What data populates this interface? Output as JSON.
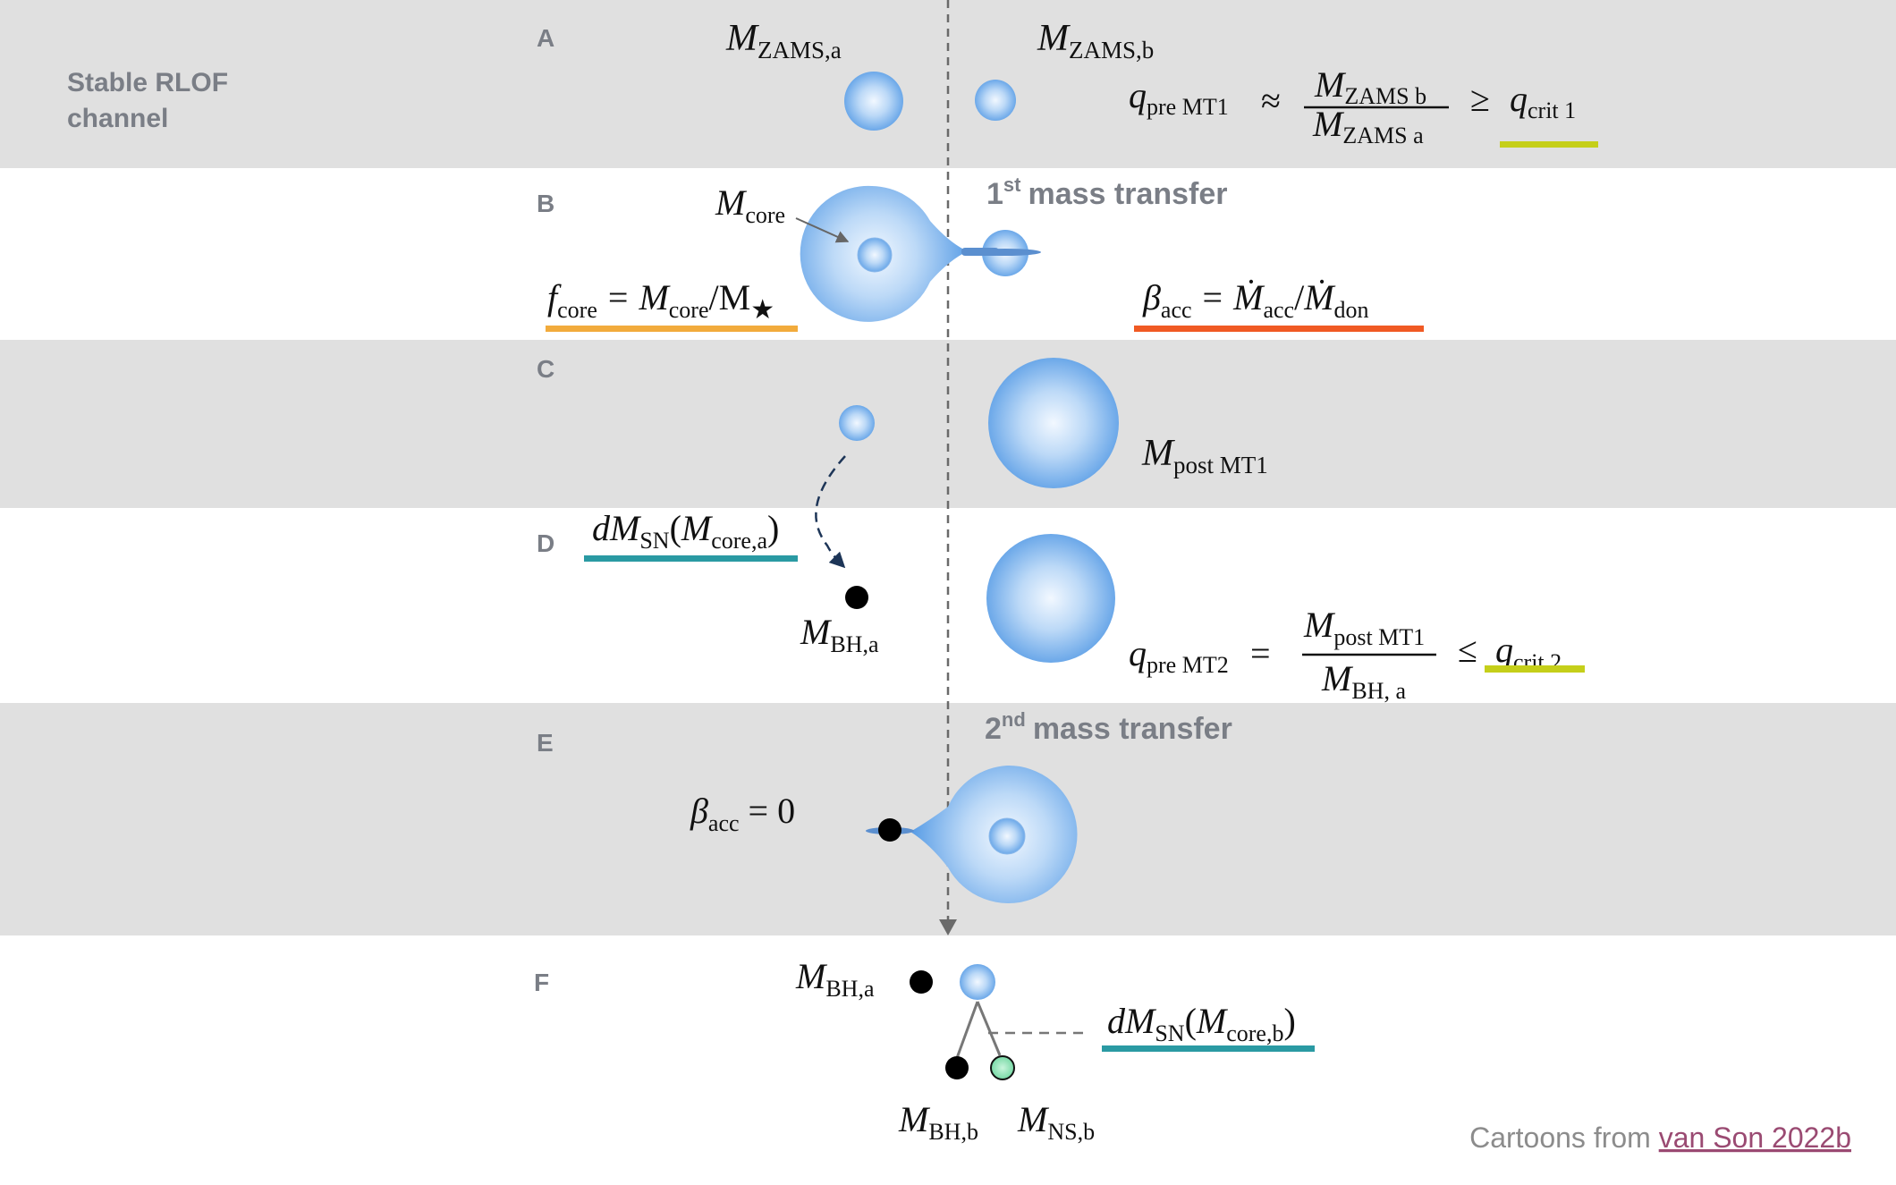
{
  "channel_title": [
    "Stable RLOF",
    "channel"
  ],
  "rows": [
    {
      "letter": "A",
      "bg": "#e0e0e0"
    },
    {
      "letter": "B",
      "bg": "#ffffff"
    },
    {
      "letter": "C",
      "bg": "#e0e0e0"
    },
    {
      "letter": "D",
      "bg": "#ffffff"
    },
    {
      "letter": "E",
      "bg": "#e0e0e0"
    },
    {
      "letter": "F",
      "bg": "#ffffff"
    }
  ],
  "headings": {
    "mt1": {
      "num": "1",
      "sup": "st",
      "rest": "mass transfer"
    },
    "mt2": {
      "num": "2",
      "sup": "nd",
      "rest": "mass transfer"
    }
  },
  "labels": {
    "m_zams_a": {
      "main": "M",
      "sub": "ZAMS,a"
    },
    "m_zams_b": {
      "main": "M",
      "sub": "ZAMS,b"
    },
    "m_core": {
      "main": "M",
      "sub": "core"
    },
    "m_post_mt1": {
      "main": "M",
      "sub": "post MT1"
    },
    "m_bh_a_d": {
      "main": "M",
      "sub": "BH,a"
    },
    "m_bh_a_f": {
      "main": "M",
      "sub": "BH,a"
    },
    "m_bh_b": {
      "main": "M",
      "sub": "BH,b"
    },
    "m_ns_b": {
      "main": "M",
      "sub": "NS,b"
    }
  },
  "equations": {
    "q_pre_mt1": {
      "lhs_main": "q",
      "lhs_sub": "pre MT1",
      "rel": "≈",
      "num_main": "M",
      "num_sub": "ZAMS b",
      "den_main": "M",
      "den_sub": "ZAMS a",
      "cmp": "≥",
      "rhs_main": "q",
      "rhs_sub": "crit 1"
    },
    "f_core": {
      "lhs_main": "f",
      "lhs_sub": "core",
      "eq": "=",
      "a_main": "M",
      "a_sub": "core",
      "slash": "/M",
      "star": "★"
    },
    "beta_acc": {
      "lhs_main": "β",
      "lhs_sub": "acc",
      "eq": "=",
      "a_main": "Ṁ",
      "a_sub": "acc",
      "slash": "/",
      "b_main": "Ṁ",
      "b_sub": "don"
    },
    "dm_sn_a": {
      "pre": "dM",
      "pre_sub": "SN",
      "open": "(",
      "arg_main": "M",
      "arg_sub": "core,a",
      "close": ")"
    },
    "q_pre_mt2": {
      "lhs_main": "q",
      "lhs_sub": "pre MT2",
      "rel": "=",
      "num_main": "M",
      "num_sub": "post MT1",
      "den_main": "M",
      "den_sub": "BH, a",
      "cmp": "≤",
      "rhs_main": "q",
      "rhs_sub": "crit 2"
    },
    "beta_zero": {
      "lhs_main": "β",
      "lhs_sub": "acc",
      "eq": "= 0"
    },
    "dm_sn_b": {
      "pre": "dM",
      "pre_sub": "SN",
      "open": "(",
      "arg_main": "M",
      "arg_sub": "core,b",
      "close": ")"
    }
  },
  "underline_colors": {
    "q_crit": "#c5cf1a",
    "f_core": "#f2ab3c",
    "beta_acc": "#f05a24",
    "dm_sn": "#2a9aa3"
  },
  "star_colors": {
    "light": "#f2f8ff",
    "dark": "#5b9ee6"
  },
  "credit": {
    "text": "Cartoons from ",
    "link": "van Son 2022b"
  }
}
